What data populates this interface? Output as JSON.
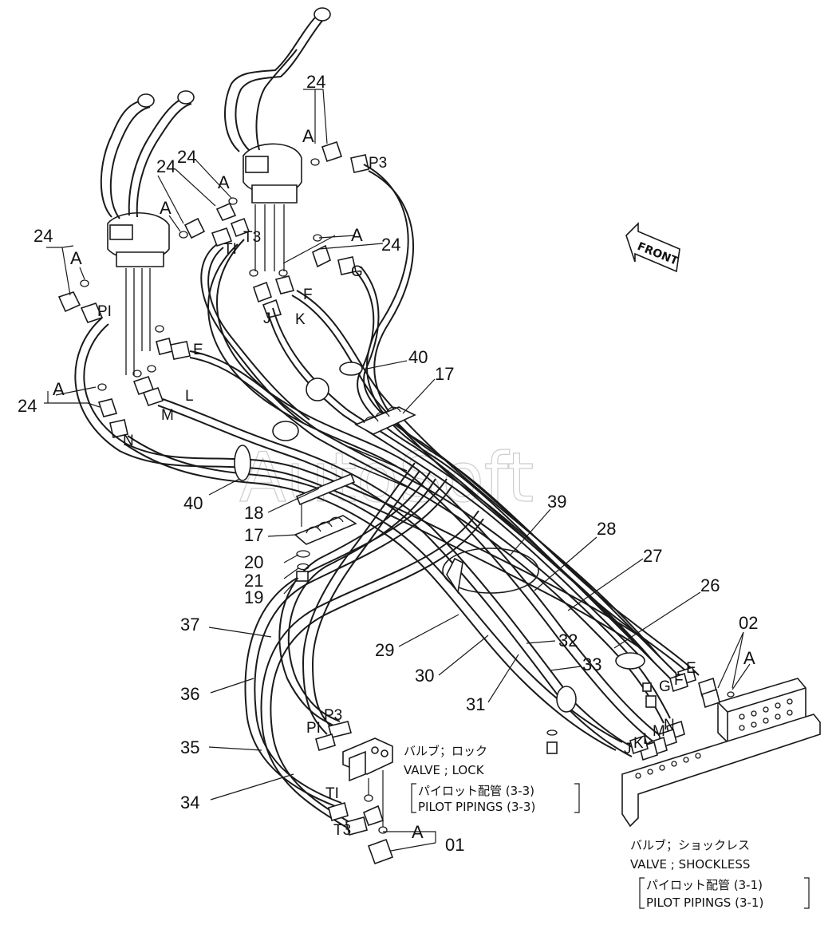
{
  "watermark": "AutoSoft",
  "front_label": "FRONT",
  "labels": [
    {
      "id": "l-24-a",
      "text": "24"
    },
    {
      "id": "l-24-b",
      "text": "24"
    },
    {
      "id": "l-24-c",
      "text": "24"
    },
    {
      "id": "l-24-d",
      "text": "24"
    },
    {
      "id": "l-24-e",
      "text": "24"
    },
    {
      "id": "l-24-f",
      "text": "24"
    },
    {
      "id": "l-a-1",
      "text": "A"
    },
    {
      "id": "l-a-2",
      "text": "A"
    },
    {
      "id": "l-a-3",
      "text": "A"
    },
    {
      "id": "l-a-4",
      "text": "A"
    },
    {
      "id": "l-a-5",
      "text": "A"
    },
    {
      "id": "l-a-6",
      "text": "A"
    },
    {
      "id": "l-a-7",
      "text": "A"
    },
    {
      "id": "l-a-8",
      "text": "A"
    },
    {
      "id": "l-p3-top",
      "text": "P3"
    },
    {
      "id": "l-t3-top",
      "text": "T3"
    },
    {
      "id": "l-t1-top",
      "text": "TI"
    },
    {
      "id": "l-p1-top",
      "text": "PI"
    },
    {
      "id": "l-g-top",
      "text": "G"
    },
    {
      "id": "l-f-top",
      "text": "F"
    },
    {
      "id": "l-j-top",
      "text": "J"
    },
    {
      "id": "l-k-top",
      "text": "K"
    },
    {
      "id": "l-e-top",
      "text": "E"
    },
    {
      "id": "l-l-top",
      "text": "L"
    },
    {
      "id": "l-m-top",
      "text": "M"
    },
    {
      "id": "l-n-top",
      "text": "N"
    },
    {
      "id": "l-40-a",
      "text": "40"
    },
    {
      "id": "l-40-b",
      "text": "40"
    },
    {
      "id": "l-17-a",
      "text": "17"
    },
    {
      "id": "l-17-b",
      "text": "17"
    },
    {
      "id": "l-18",
      "text": "18"
    },
    {
      "id": "l-20",
      "text": "20"
    },
    {
      "id": "l-21",
      "text": "21"
    },
    {
      "id": "l-19",
      "text": "19"
    },
    {
      "id": "l-39",
      "text": "39"
    },
    {
      "id": "l-28",
      "text": "28"
    },
    {
      "id": "l-27",
      "text": "27"
    },
    {
      "id": "l-26",
      "text": "26"
    },
    {
      "id": "l-02",
      "text": "02"
    },
    {
      "id": "l-37",
      "text": "37"
    },
    {
      "id": "l-36",
      "text": "36"
    },
    {
      "id": "l-35",
      "text": "35"
    },
    {
      "id": "l-34",
      "text": "34"
    },
    {
      "id": "l-29",
      "text": "29"
    },
    {
      "id": "l-30",
      "text": "30"
    },
    {
      "id": "l-31",
      "text": "31"
    },
    {
      "id": "l-32",
      "text": "32"
    },
    {
      "id": "l-33",
      "text": "33"
    },
    {
      "id": "l-01",
      "text": "01"
    },
    {
      "id": "l-p3-bot",
      "text": "P3"
    },
    {
      "id": "l-p1-bot",
      "text": "PI"
    },
    {
      "id": "l-t1-bot",
      "text": "TI"
    },
    {
      "id": "l-t3-bot",
      "text": "T3"
    },
    {
      "id": "l-e-bot",
      "text": "E"
    },
    {
      "id": "l-f-bot",
      "text": "F"
    },
    {
      "id": "l-g-bot",
      "text": "G"
    },
    {
      "id": "l-n-bot",
      "text": "N"
    },
    {
      "id": "l-m-bot",
      "text": "M"
    },
    {
      "id": "l-l-bot",
      "text": "L"
    },
    {
      "id": "l-k-bot",
      "text": "K"
    },
    {
      "id": "l-j-bot",
      "text": "J"
    }
  ],
  "notes": {
    "lock_jp": "バルブ；ロック",
    "lock_en": "VALVE ; LOCK",
    "lock_ref_jp": "パイロット配管 (3-3)",
    "lock_ref_en": "PILOT PIPINGS (3-3)",
    "shock_jp": "バルブ；ショックレス",
    "shock_en": "VALVE ; SHOCKLESS",
    "shock_ref_jp": "パイロット配管 (3-1)",
    "shock_ref_en": "PILOT PIPINGS (3-1)"
  }
}
